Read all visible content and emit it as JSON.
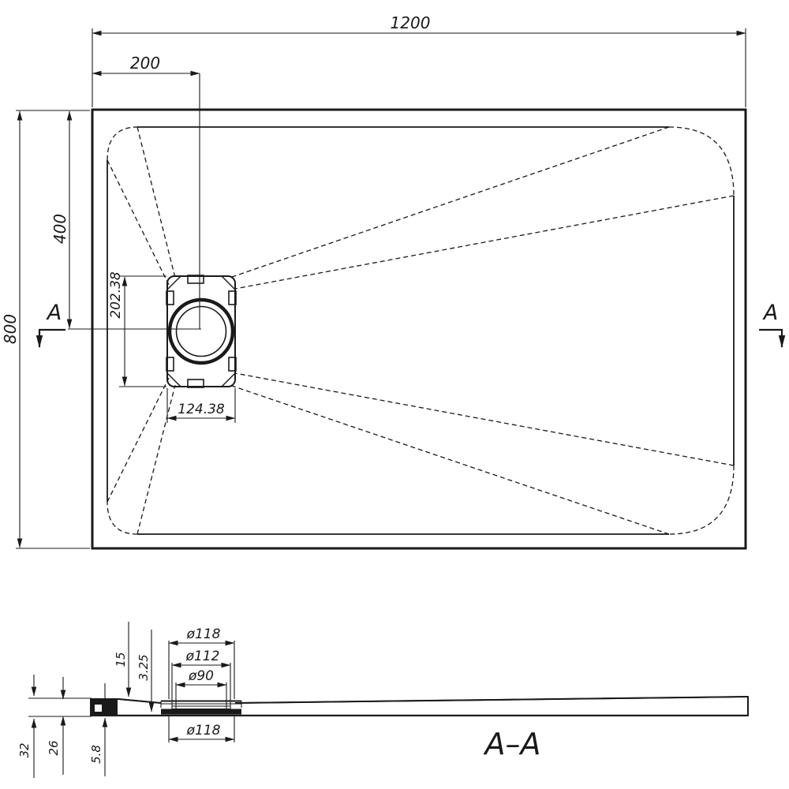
{
  "colors": {
    "ink": "#1a1a1a",
    "paper": "#ffffff"
  },
  "top_view": {
    "overall_width_mm": "1200",
    "drain_offset_x_mm": "200",
    "overall_height_mm": "800",
    "drain_offset_y_mm": "400",
    "drain_flange_length_mm": "202.38",
    "drain_flange_width_mm": "124.38",
    "section_marker_left": "A",
    "section_marker_right": "A"
  },
  "section_view": {
    "title": "A–A",
    "flange_top_diameter": "ø118",
    "mid_diameter": "ø112",
    "inner_diameter": "ø90",
    "flange_bottom_diameter": "ø118",
    "depth_mm": "15",
    "floor_thickness_mm": "3.25",
    "total_height_mm": "32",
    "body_height_mm": "26",
    "base_thickness_mm": "5.8"
  }
}
